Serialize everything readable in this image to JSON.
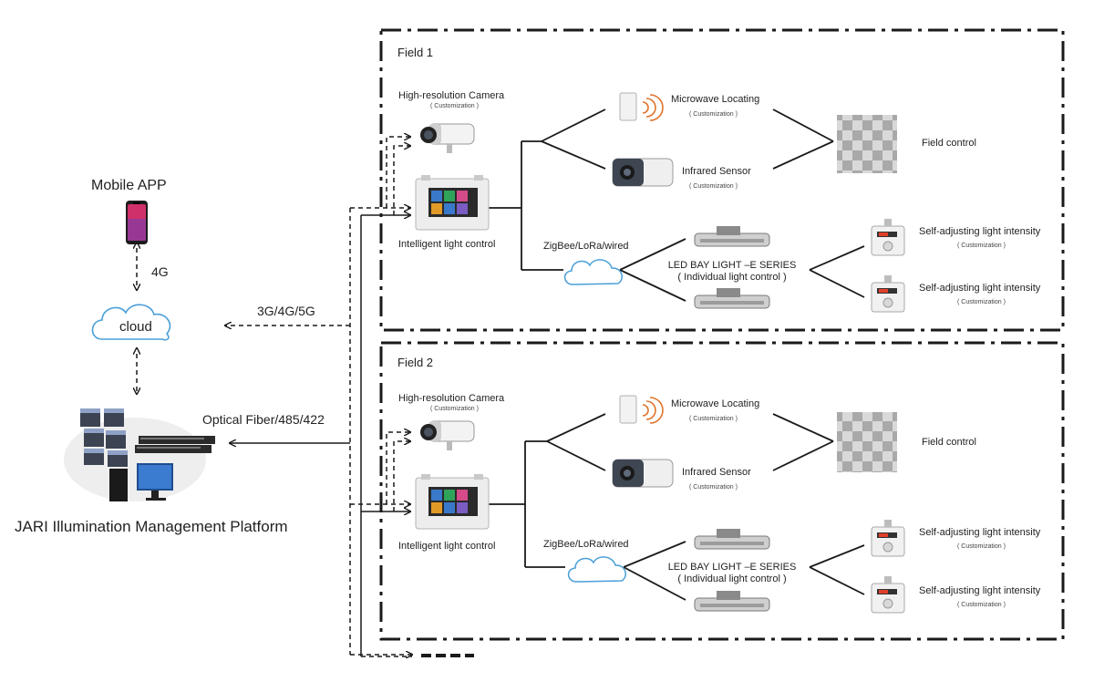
{
  "left": {
    "mobile_app": "Mobile APP",
    "link_4g": "4G",
    "cloud": "cloud",
    "link_345g": "3G/4G/5G",
    "link_fiber": "Optical Fiber/485/422",
    "platform": "JARI Illumination Management Platform"
  },
  "fields": [
    {
      "title": "Field 1",
      "camera": "High-resolution Camera",
      "camera_note": "( Customization )",
      "controller": "Intelligent light control",
      "microwave": "Microwave Locating",
      "microwave_note": "( Customization )",
      "infrared": "Infrared Sensor",
      "infrared_note": "( Customization )",
      "field_control": "Field control",
      "network": "ZigBee/LoRa/wired",
      "led_line1": "LED BAY LIGHT –E SERIES",
      "led_line2": "( Individual light control )",
      "sensor_a": "Self-adjusting light intensity",
      "sensor_a_note": "( Customization )",
      "sensor_b": "Self-adjusting light intensity",
      "sensor_b_note": "( Customization )"
    },
    {
      "title": "Field 2",
      "camera": "High-resolution Camera",
      "camera_note": "( Customization )",
      "controller": "Intelligent light control",
      "microwave": "Microwave Locating",
      "microwave_note": "( Customization )",
      "infrared": "Infrared Sensor",
      "infrared_note": "( Customization )",
      "field_control": "Field control",
      "network": "ZigBee/LoRa/wired",
      "led_line1": "LED BAY LIGHT –E SERIES",
      "led_line2": "( Individual light control )",
      "sensor_a": "Self-adjusting light intensity",
      "sensor_a_note": "( Customization )",
      "sensor_b": "Self-adjusting light intensity",
      "sensor_b_note": "( Customization )"
    }
  ],
  "icons": {
    "phone": "smartphone-icon",
    "cloud": "cloud-icon",
    "servers": "server-rack-icon",
    "camera": "bullet-camera-icon",
    "controller": "touch-panel-controller-icon",
    "microwave": "microwave-sensor-icon",
    "infrared": "infrared-camera-icon",
    "grid": "checkerboard-grid-icon",
    "led": "led-bay-light-icon",
    "sensor": "light-sensor-box-icon"
  },
  "colors": {
    "line": "#1a1a1a",
    "cloud_stroke": "#4a9fd8",
    "frame": "#1a1a1a",
    "grid_light": "#d9d9d9",
    "grid_dark": "#a9a9a9",
    "phone_screen": "#d0306a"
  }
}
